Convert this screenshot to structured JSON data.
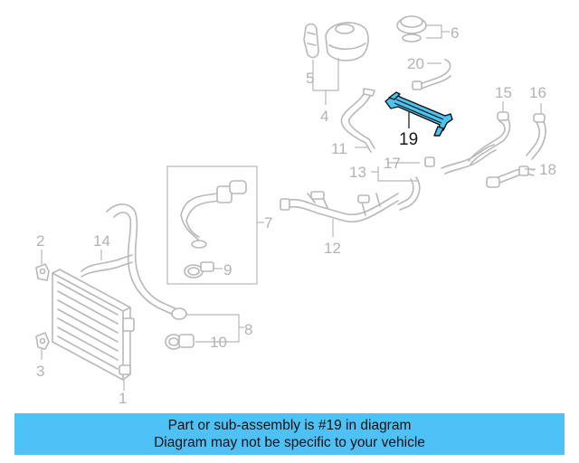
{
  "callouts": {
    "n1": "1",
    "n2": "2",
    "n3": "3",
    "n4": "4",
    "n5": "5",
    "n6": "6",
    "n7": "7",
    "n8": "8",
    "n9": "9",
    "n10": "10",
    "n11": "11",
    "n12": "12",
    "n13": "13",
    "n14": "14",
    "n15": "15",
    "n16": "16",
    "n17": "17",
    "n18": "18",
    "n19": "19",
    "n20": "20"
  },
  "highlighted_part": "19",
  "colors": {
    "highlight_fill": "#4dc3f0",
    "banner_background": "#4ec2f7",
    "part_lines": "#b8b8b8"
  },
  "banner": {
    "line1": "Part or sub-assembly is #19 in diagram",
    "line2": "Diagram may not be specific to your vehicle"
  }
}
